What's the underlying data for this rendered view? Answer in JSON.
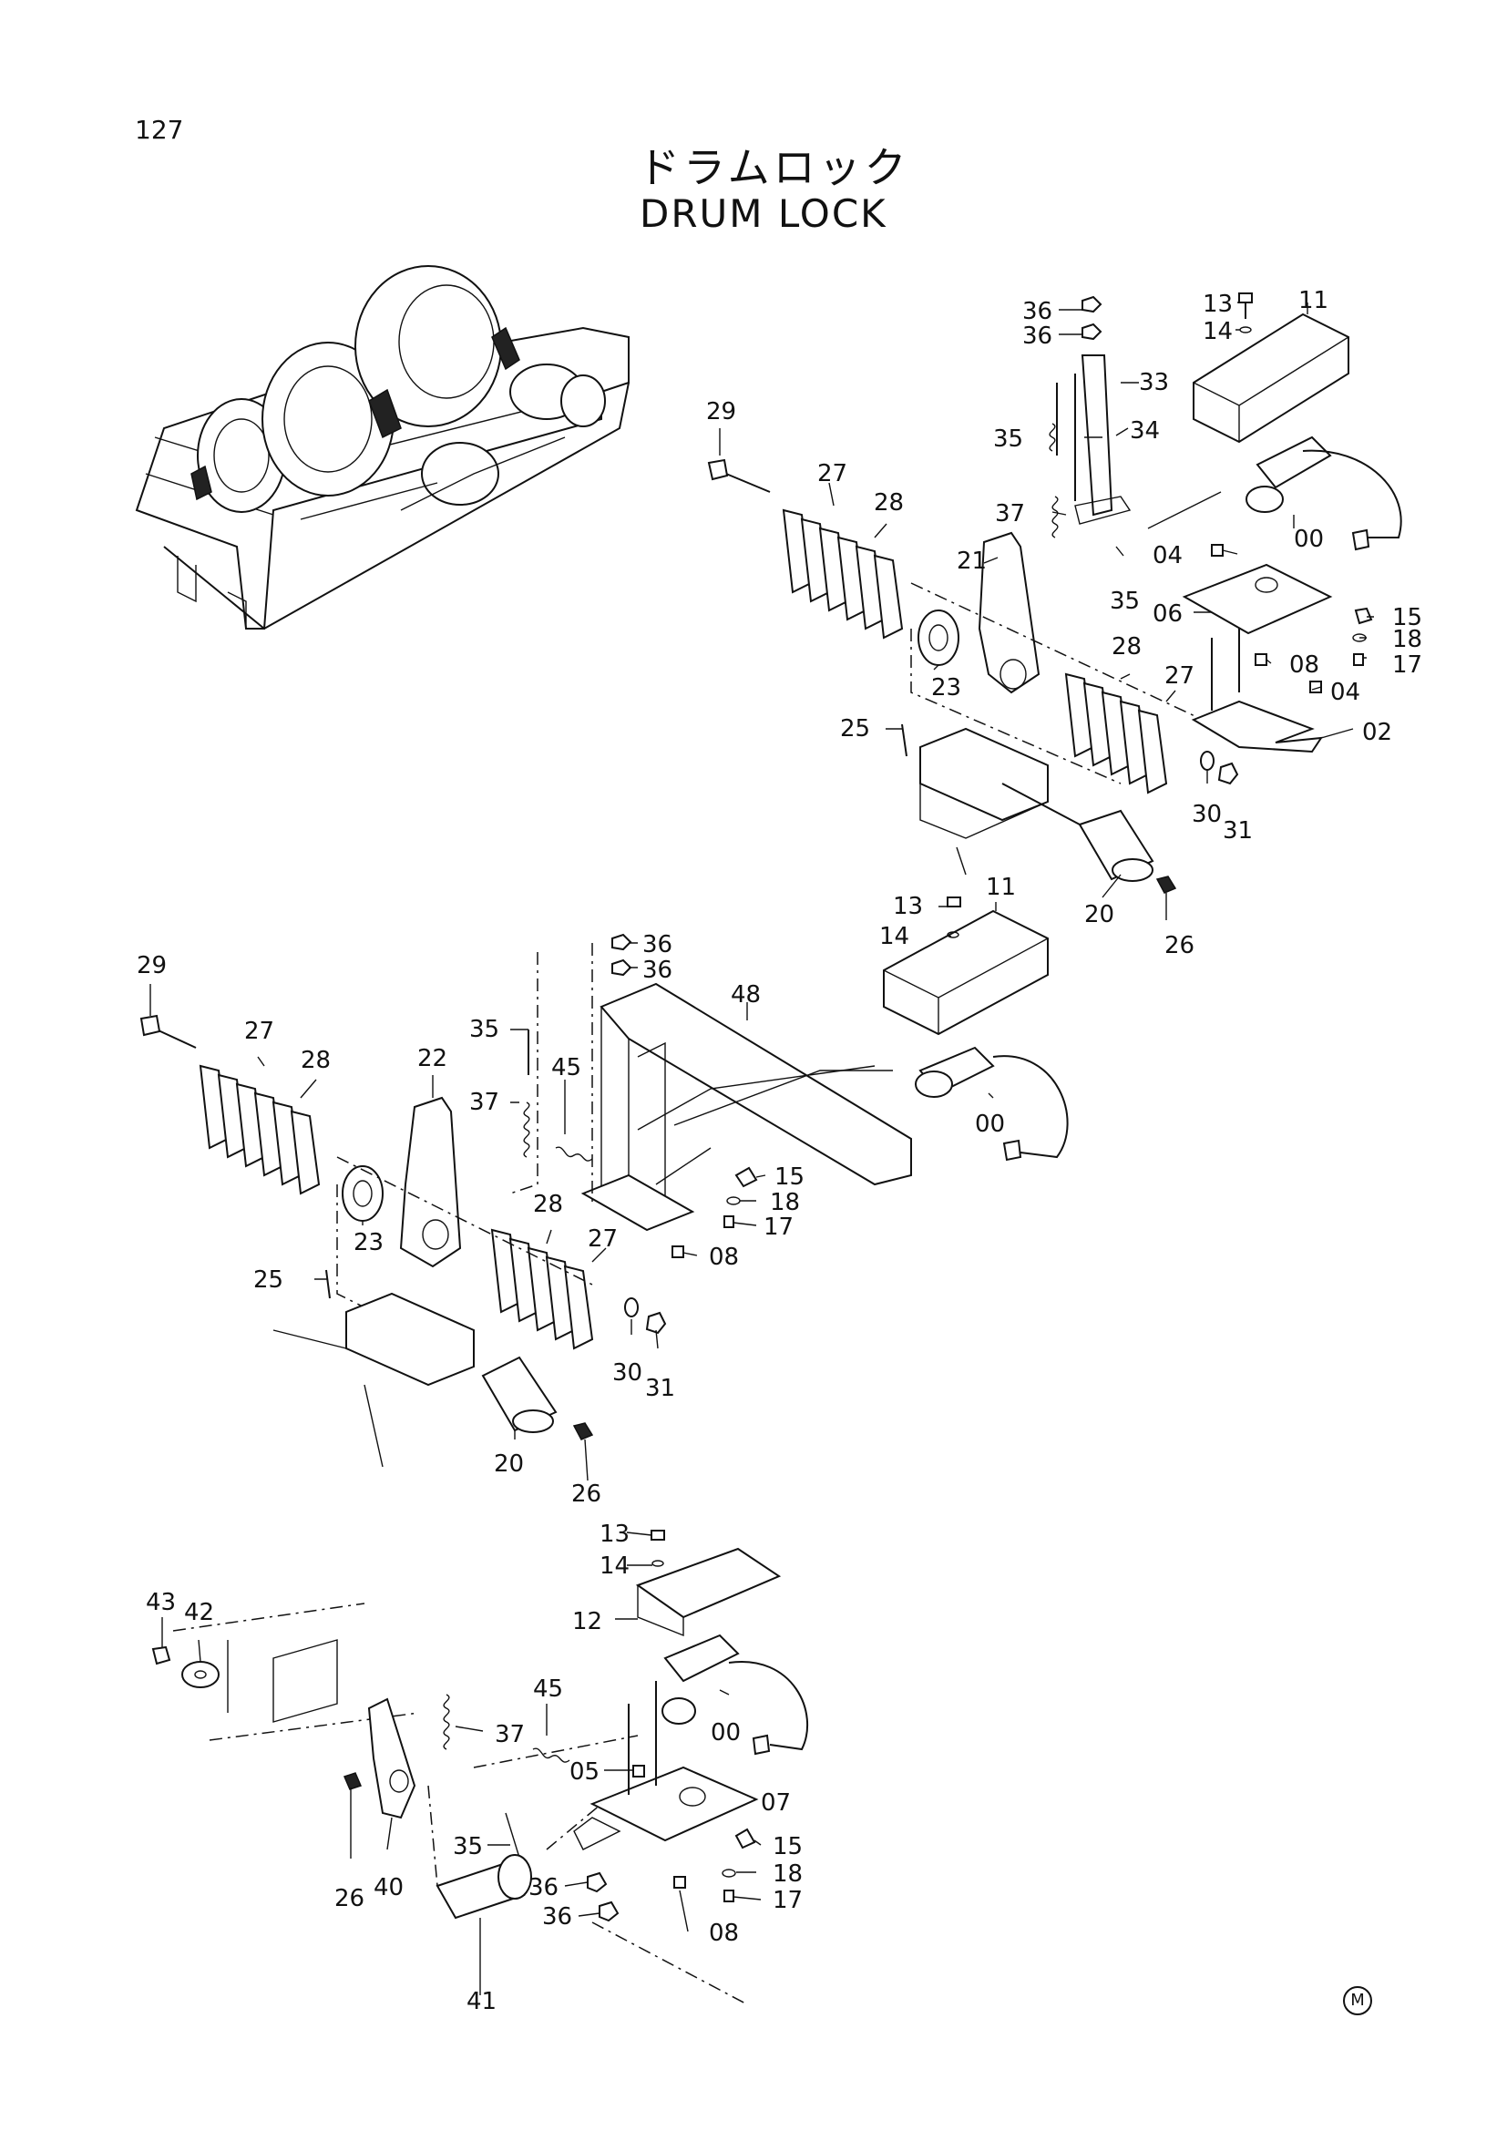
{
  "page_number": "127",
  "title_jp": "ドラムロック",
  "title_en": "DRUM LOCK",
  "corner_mark": "M",
  "callouts": [
    {
      "id": "u36a",
      "text": "36"
    },
    {
      "id": "u36b",
      "text": "36"
    },
    {
      "id": "u13",
      "text": "13"
    },
    {
      "id": "u14",
      "text": "14"
    },
    {
      "id": "u11",
      "text": "11"
    },
    {
      "id": "u33",
      "text": "33"
    },
    {
      "id": "u35",
      "text": "35"
    },
    {
      "id": "u34",
      "text": "34"
    },
    {
      "id": "u29",
      "text": "29"
    },
    {
      "id": "u27",
      "text": "27"
    },
    {
      "id": "u28",
      "text": "28"
    },
    {
      "id": "u37",
      "text": "37"
    },
    {
      "id": "u00",
      "text": "00"
    },
    {
      "id": "u04a",
      "text": "04"
    },
    {
      "id": "u21",
      "text": "21"
    },
    {
      "id": "u35b",
      "text": "35"
    },
    {
      "id": "u06",
      "text": "06"
    },
    {
      "id": "u15",
      "text": "15"
    },
    {
      "id": "u18",
      "text": "18"
    },
    {
      "id": "u17",
      "text": "17"
    },
    {
      "id": "u08",
      "text": "08"
    },
    {
      "id": "u04b",
      "text": "04"
    },
    {
      "id": "u23",
      "text": "23"
    },
    {
      "id": "u28b",
      "text": "28"
    },
    {
      "id": "u27b",
      "text": "27"
    },
    {
      "id": "u02",
      "text": "02"
    },
    {
      "id": "u25",
      "text": "25"
    },
    {
      "id": "u30",
      "text": "30"
    },
    {
      "id": "u31",
      "text": "31"
    },
    {
      "id": "u20",
      "text": "20"
    },
    {
      "id": "u26",
      "text": "26"
    },
    {
      "id": "m13",
      "text": "13"
    },
    {
      "id": "m11",
      "text": "11"
    },
    {
      "id": "m14",
      "text": "14"
    },
    {
      "id": "m36a",
      "text": "36"
    },
    {
      "id": "m36b",
      "text": "36"
    },
    {
      "id": "m29",
      "text": "29"
    },
    {
      "id": "m48",
      "text": "48"
    },
    {
      "id": "m22",
      "text": "22"
    },
    {
      "id": "m35",
      "text": "35"
    },
    {
      "id": "m27",
      "text": "27"
    },
    {
      "id": "m28",
      "text": "28"
    },
    {
      "id": "m37",
      "text": "37"
    },
    {
      "id": "m45",
      "text": "45"
    },
    {
      "id": "m00",
      "text": "00"
    },
    {
      "id": "m15",
      "text": "15"
    },
    {
      "id": "m18",
      "text": "18"
    },
    {
      "id": "m17",
      "text": "17"
    },
    {
      "id": "m23",
      "text": "23"
    },
    {
      "id": "m28b",
      "text": "28"
    },
    {
      "id": "m27b",
      "text": "27"
    },
    {
      "id": "m08",
      "text": "08"
    },
    {
      "id": "m25",
      "text": "25"
    },
    {
      "id": "m30",
      "text": "30"
    },
    {
      "id": "m31",
      "text": "31"
    },
    {
      "id": "m20",
      "text": "20"
    },
    {
      "id": "m26",
      "text": "26"
    },
    {
      "id": "l13",
      "text": "13"
    },
    {
      "id": "l14",
      "text": "14"
    },
    {
      "id": "l43",
      "text": "43"
    },
    {
      "id": "l42",
      "text": "42"
    },
    {
      "id": "l12",
      "text": "12"
    },
    {
      "id": "l45",
      "text": "45"
    },
    {
      "id": "l37",
      "text": "37"
    },
    {
      "id": "l00",
      "text": "00"
    },
    {
      "id": "l05",
      "text": "05"
    },
    {
      "id": "l07",
      "text": "07"
    },
    {
      "id": "l35",
      "text": "35"
    },
    {
      "id": "l15",
      "text": "15"
    },
    {
      "id": "l36a",
      "text": "36"
    },
    {
      "id": "l18",
      "text": "18"
    },
    {
      "id": "l26",
      "text": "26"
    },
    {
      "id": "l40",
      "text": "40"
    },
    {
      "id": "l36b",
      "text": "36"
    },
    {
      "id": "l17",
      "text": "17"
    },
    {
      "id": "l08",
      "text": "08"
    },
    {
      "id": "l41",
      "text": "41"
    }
  ]
}
